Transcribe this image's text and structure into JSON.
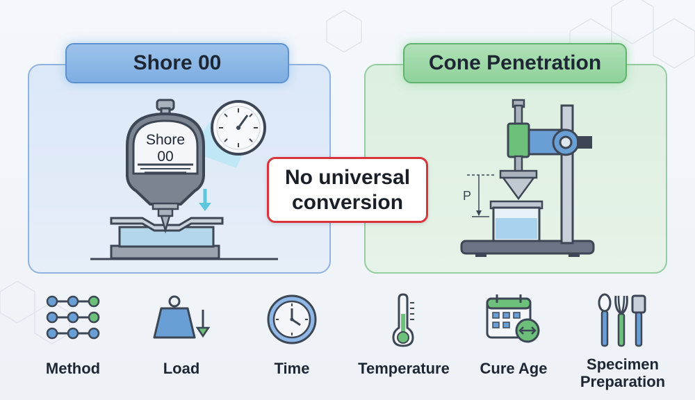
{
  "panels": {
    "left": {
      "title": "Shore 00",
      "gauge_text": [
        "Shore",
        "00"
      ]
    },
    "right": {
      "title": "Cone Penetration",
      "depth_label": "P"
    }
  },
  "callout": {
    "line1": "No universal",
    "line2": "conversion"
  },
  "factors": [
    {
      "label": "Method",
      "icon": "method-icon"
    },
    {
      "label": "Load",
      "icon": "weight-icon"
    },
    {
      "label": "Time",
      "icon": "clock-icon"
    },
    {
      "label": "Temperature",
      "icon": "thermometer-icon"
    },
    {
      "label": "Cure Age",
      "icon": "calendar-icon"
    },
    {
      "label_line1": "Specimen",
      "label_line2": "Preparation",
      "icon": "utensils-icon"
    }
  ],
  "colors": {
    "blue_panel": "#dbe8f7",
    "green_panel": "#dcefe0",
    "blue_accent": "#6a9fd6",
    "green_accent": "#6cc07a",
    "callout_border": "#d9343c",
    "dark": "#3d4654"
  }
}
